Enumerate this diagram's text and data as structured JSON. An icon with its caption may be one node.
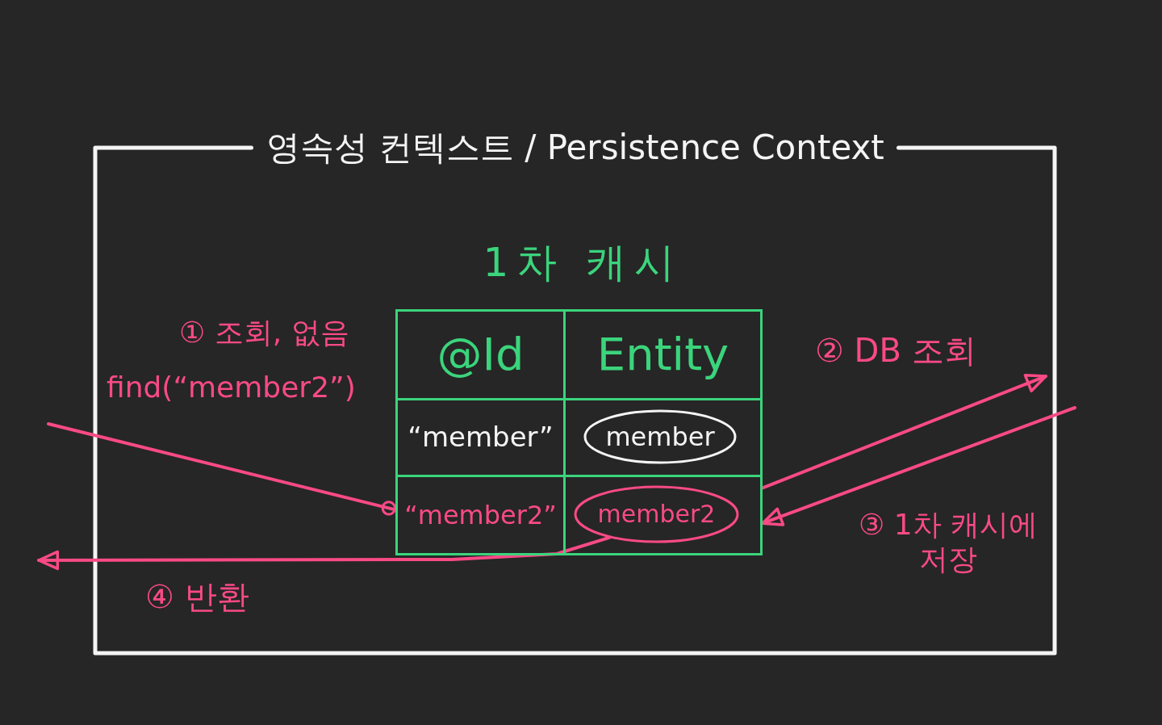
{
  "diagram": {
    "nodes": [
      {
        "text": [
          "영속성 컨텍스트 / Persistence Context"
        ]
      },
      {
        "text": [
          "1차 캐시"
        ],
        "in": 0
      },
      {
        "text": [
          "@Id"
        ],
        "in": 1
      },
      {
        "text": [
          "Entity"
        ],
        "in": 1
      },
      {
        "text": [
          "“member”"
        ],
        "in": 1
      },
      {
        "text": [
          "member"
        ],
        "in": 1
      },
      {
        "text": [
          "“member2”"
        ],
        "in": 1
      },
      {
        "text": [
          "member2"
        ],
        "in": 1
      }
    ],
    "edges": [
      {
        "from": null,
        "to": 6,
        "arrow": "other",
        "label": "find(“member2”)"
      },
      {
        "from": 1,
        "to": null,
        "arrow": "to",
        "label": "② DB 조회"
      },
      {
        "from": null,
        "to": 1,
        "arrow": "to",
        "label": "③ 1차 캐시에 저장"
      },
      {
        "from": 7,
        "to": null,
        "arrow": "to",
        "label": "④ 반환"
      }
    ],
    "labels": [
      "① 조회, 없음"
    ]
  }
}
